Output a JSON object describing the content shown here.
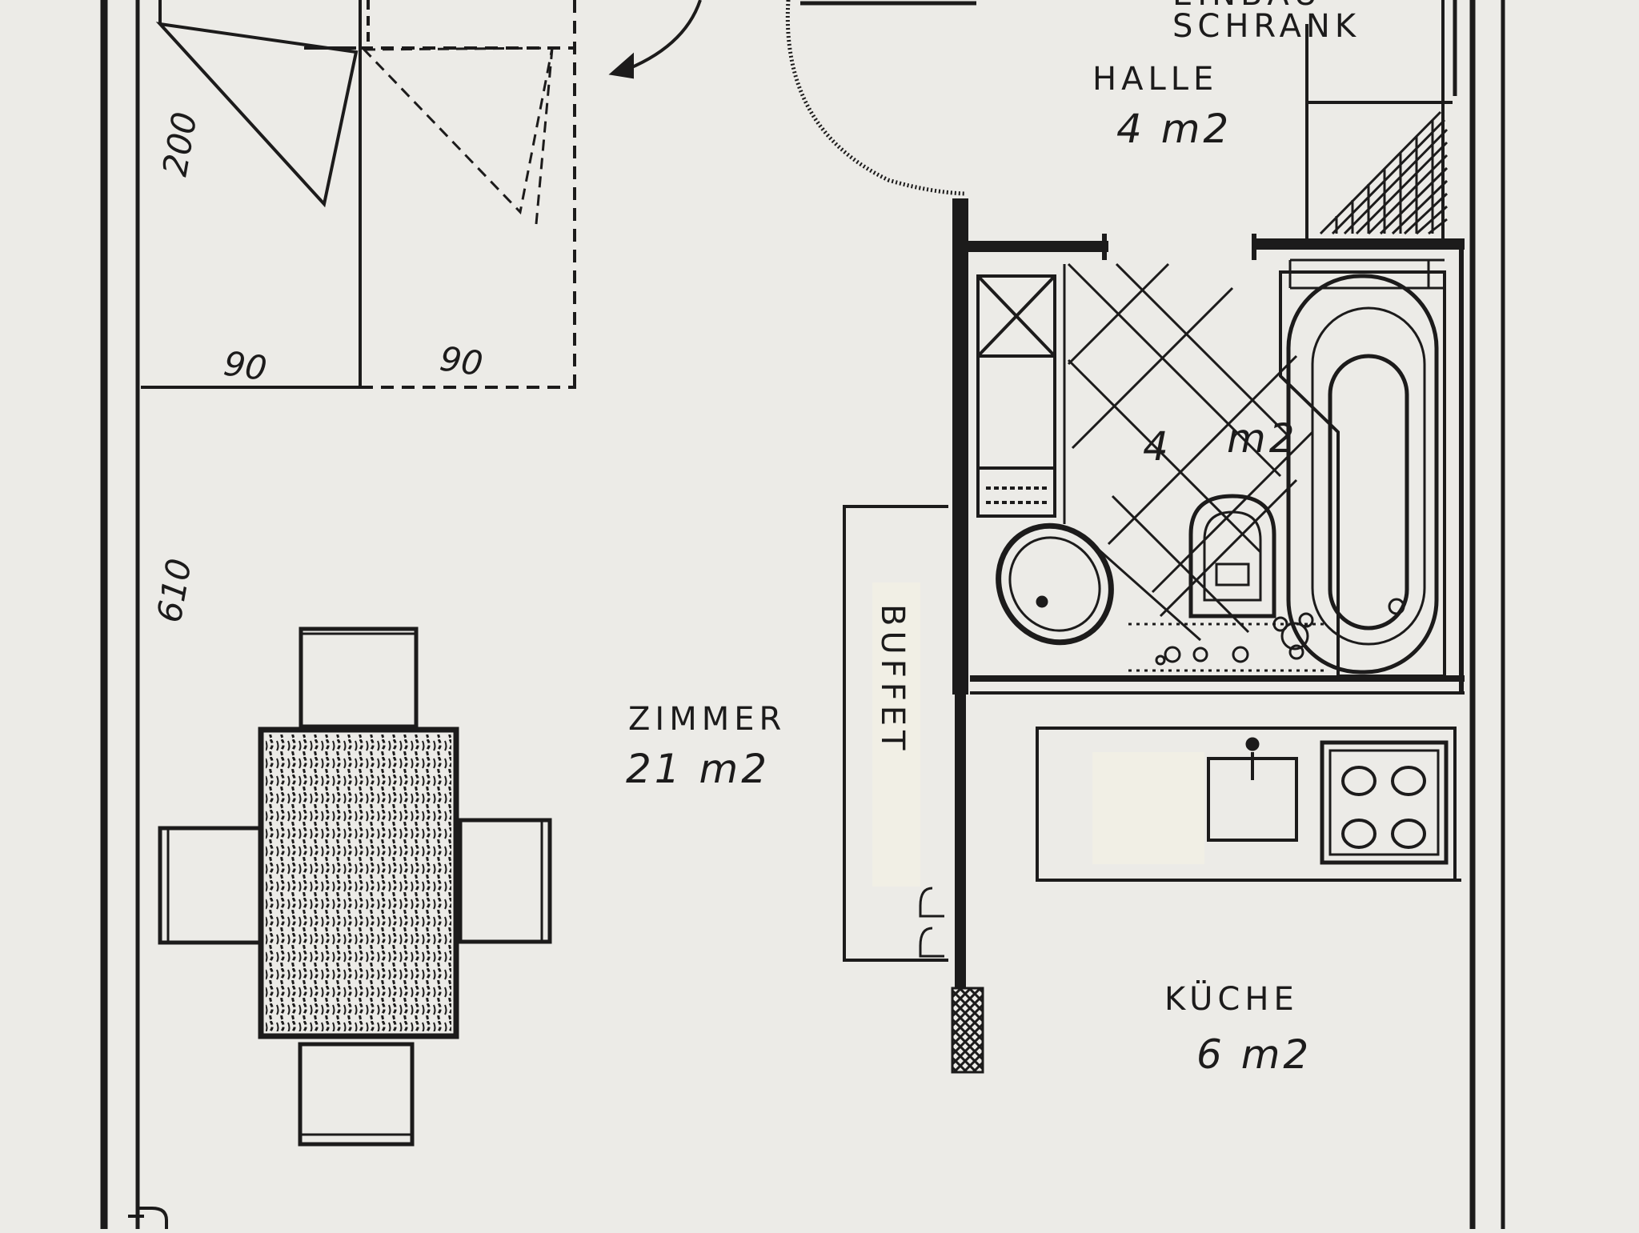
{
  "rooms": {
    "einbauschrank": {
      "label_top": "EINBAU",
      "label": "SCHRANK"
    },
    "halle": {
      "label": "HALLE",
      "area": "4 m2"
    },
    "bad": {
      "area_num": "4",
      "area_unit": "m2"
    },
    "zimmer": {
      "label": "ZIMMER",
      "area": "21 m2"
    },
    "kueche": {
      "label": "KÜCHE",
      "area": "6 m2"
    },
    "buffet": {
      "label": "BUFFET"
    }
  },
  "dimensions": {
    "bed_length": "200",
    "bed_width_left": "90",
    "bed_width_right": "90",
    "room_length": "610"
  },
  "colors": {
    "paper": "#ecebe7",
    "ink": "#1c1b1b",
    "tape": "#f2f0e4"
  }
}
